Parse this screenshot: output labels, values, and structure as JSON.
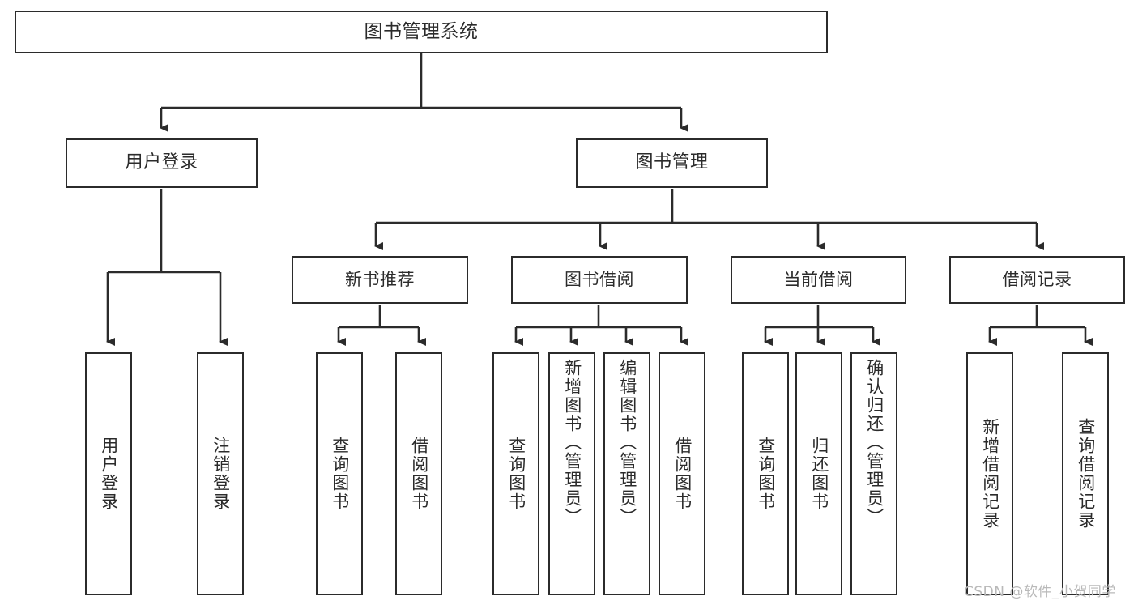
{
  "diagram": {
    "title": "图书管理系统",
    "type": "hierarchy-tree",
    "root": {
      "id": "root",
      "label": "图书管理系统"
    },
    "level2": [
      {
        "id": "user-login",
        "label": "用户登录"
      },
      {
        "id": "book-management",
        "label": "图书管理"
      }
    ],
    "level3": [
      {
        "id": "new-book-recommend",
        "label": "新书推荐"
      },
      {
        "id": "book-borrow",
        "label": "图书借阅"
      },
      {
        "id": "current-borrow",
        "label": "当前借阅"
      },
      {
        "id": "borrow-record",
        "label": "借阅记录"
      }
    ],
    "leaves": {
      "user-login": [
        {
          "id": "leaf-user-login",
          "label": "用户登录"
        },
        {
          "id": "leaf-logout",
          "label": "注销登录"
        }
      ],
      "new-book-recommend": [
        {
          "id": "leaf-query-book-1",
          "label": "查询图书"
        },
        {
          "id": "leaf-borrow-book-1",
          "label": "借阅图书"
        }
      ],
      "book-borrow": [
        {
          "id": "leaf-query-book-2",
          "label": "查询图书"
        },
        {
          "id": "leaf-add-book",
          "label": "新增图书（管理员）"
        },
        {
          "id": "leaf-edit-book",
          "label": "编辑图书（管理员）"
        },
        {
          "id": "leaf-borrow-book-2",
          "label": "借阅图书"
        }
      ],
      "current-borrow": [
        {
          "id": "leaf-query-book-3",
          "label": "查询图书"
        },
        {
          "id": "leaf-return-book",
          "label": "归还图书"
        },
        {
          "id": "leaf-confirm-return",
          "label": "确认归还（管理员）"
        }
      ],
      "borrow-record": [
        {
          "id": "leaf-add-record",
          "label": "新增借阅记录"
        },
        {
          "id": "leaf-query-record",
          "label": "查询借阅记录"
        }
      ]
    }
  },
  "watermark": {
    "text": "CSDN @软件_小贺同学"
  },
  "colors": {
    "stroke": "#2b2b2b",
    "background": "#ffffff",
    "watermark": "#b9b9b9"
  }
}
